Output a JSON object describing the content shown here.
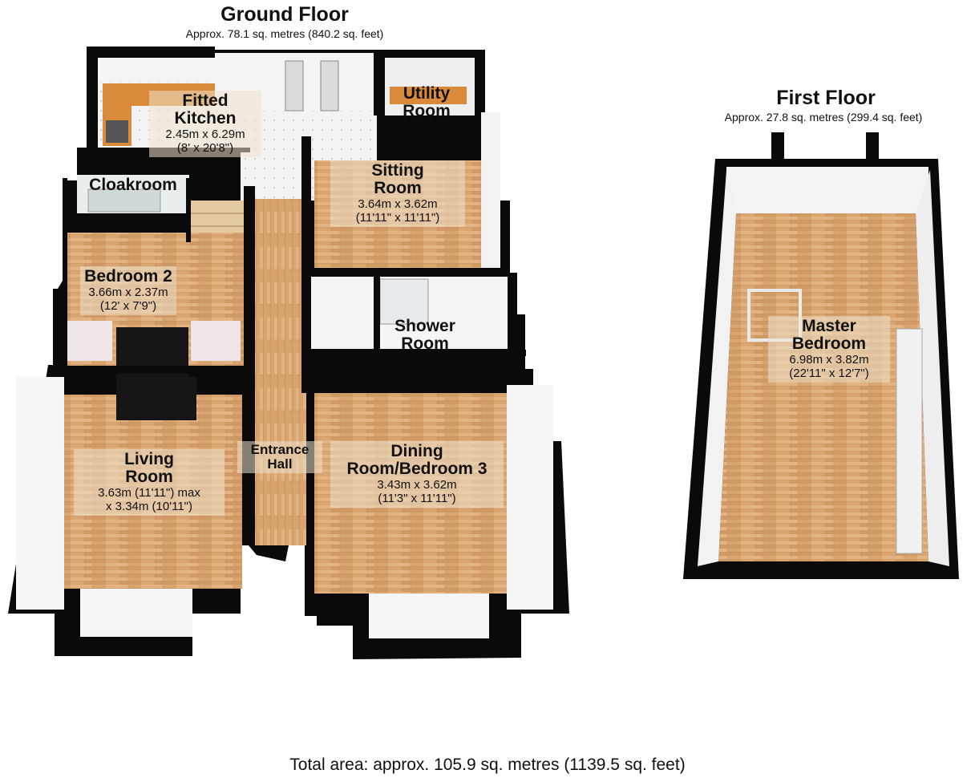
{
  "ground_floor": {
    "title": "Ground Floor",
    "area": "Approx. 78.1 sq. metres (840.2 sq. feet)",
    "rooms": [
      {
        "name_lines": [
          "Fitted",
          "Kitchen"
        ],
        "dims": [
          "2.45m x 6.29m",
          "(8' x 20'8\")"
        ]
      },
      {
        "name_lines": [
          "Utility",
          "Room"
        ],
        "dims": []
      },
      {
        "name_lines": [
          "Cloakroom"
        ],
        "dims": []
      },
      {
        "name_lines": [
          "Sitting",
          "Room"
        ],
        "dims": [
          "3.64m x 3.62m",
          "(11'11\" x 11'11\")"
        ]
      },
      {
        "name_lines": [
          "Bedroom 2"
        ],
        "dims": [
          "3.66m x 2.37m",
          "(12' x 7'9\")"
        ]
      },
      {
        "name_lines": [
          "Shower",
          "Room"
        ],
        "dims": []
      },
      {
        "name_lines": [
          "Entrance",
          "Hall"
        ],
        "dims": []
      },
      {
        "name_lines": [
          "Living",
          "Room"
        ],
        "dims": [
          "3.63m (11'11\") max",
          "x 3.34m (10'11\")"
        ]
      },
      {
        "name_lines": [
          "Dining",
          "Room/Bedroom 3"
        ],
        "dims": [
          "3.43m x 3.62m",
          "(11'3\" x 11'11\")"
        ]
      }
    ]
  },
  "first_floor": {
    "title": "First Floor",
    "area": "Approx. 27.8 sq. metres (299.4 sq. feet)",
    "rooms": [
      {
        "name_lines": [
          "Master",
          "Bedroom"
        ],
        "dims": [
          "6.98m x 3.82m",
          "(22'11\" x 12'7\")"
        ]
      }
    ]
  },
  "total_area": "Total area: approx. 105.9 sq. metres (1139.5 sq. feet)",
  "colors": {
    "wall": "#0a0a0a",
    "floor_wood": "#d9a672",
    "floor_wood_light": "#e8bf8f",
    "tile": "#f2f2f2",
    "wall_face": "#f4f4f4",
    "worktop": "#d98a3a",
    "furniture_dark": "#151515"
  }
}
